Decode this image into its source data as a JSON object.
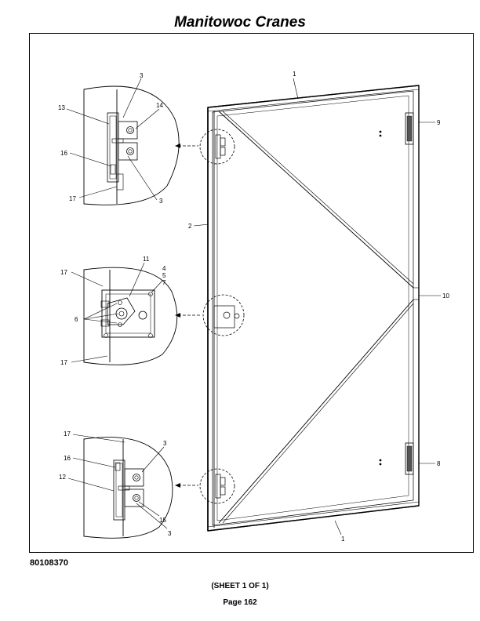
{
  "header": {
    "title": "Manitowoc Cranes"
  },
  "footer": {
    "document_number": "80108370",
    "sheet": "(SHEET 1 OF 1)",
    "page": "Page 162"
  },
  "callouts": {
    "c1_top": "1",
    "c1_bottom": "1",
    "c2": "2",
    "c8": "8",
    "c9": "9",
    "c10": "10",
    "a3a": "3",
    "a3b": "3",
    "a13": "13",
    "a14": "14",
    "a16": "16",
    "a17": "17",
    "b11": "11",
    "b4": "4",
    "b5": "5",
    "b7": "7",
    "b6": "6",
    "b17a": "17",
    "b17b": "17",
    "d17": "17",
    "d16": "16",
    "d12": "12",
    "d3a": "3",
    "d3b": "3",
    "d15": "15"
  }
}
